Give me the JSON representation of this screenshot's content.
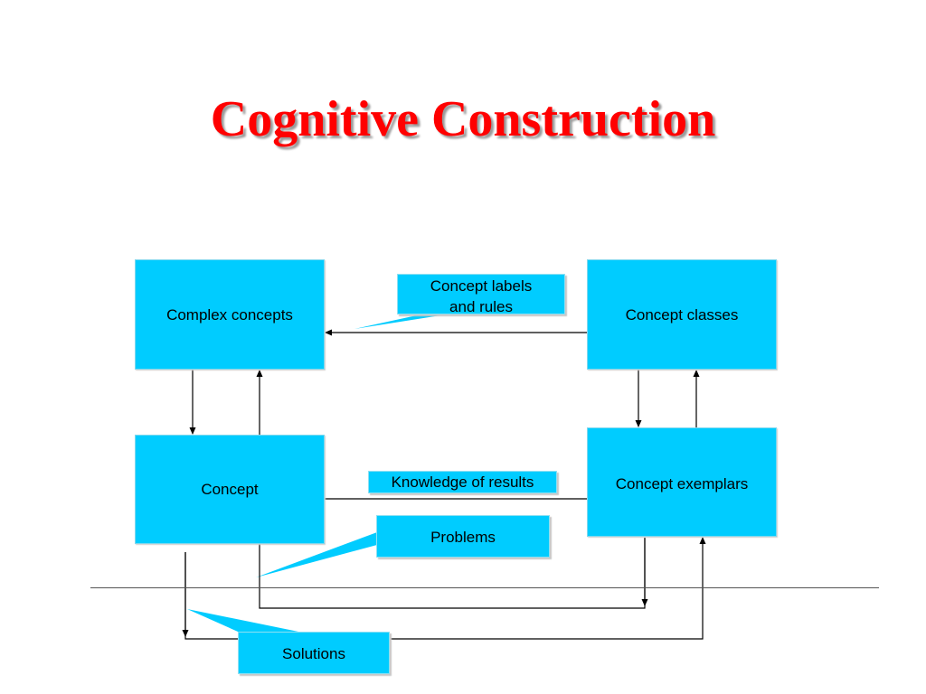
{
  "title": "Cognitive Construction",
  "nodes": {
    "complex_concepts": "Complex concepts",
    "concept_classes": "Concept classes",
    "concept": "Concept",
    "concept_exemplars": "Concept exemplars"
  },
  "callouts": {
    "concept_labels_and_rules": "Concept labels and rules",
    "knowledge_of_results": "Knowledge of results",
    "problems": "Problems",
    "solutions": "Solutions"
  },
  "colors": {
    "title": "#ff0000",
    "box_fill": "#00ccff",
    "lines": "#000000"
  }
}
